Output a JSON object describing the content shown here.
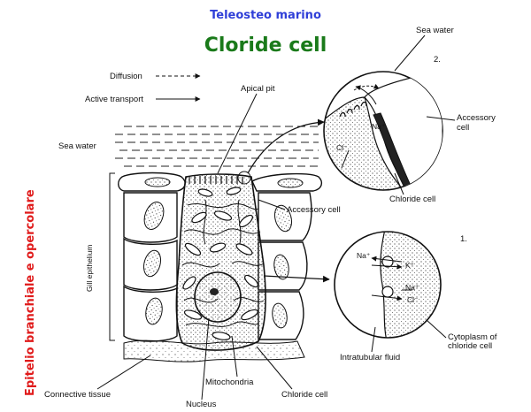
{
  "header": {
    "subtitle": "Teleosteo marino",
    "title": "Cloride cell",
    "side_title": "Epitelio branchiale e opercolare"
  },
  "legend": {
    "diffusion": "Diffusion",
    "active_transport": "Active transport"
  },
  "labels": {
    "sea_water_left": "Sea water",
    "apical_pit": "Apical pit",
    "accessory_cell": "Accessory cell",
    "gill_epithelium": "Gill epithelium",
    "connective_tissue": "Connective tissue",
    "mitochondria": "Mitochondria",
    "chloride_cell": "Chloride cell",
    "nucleus": "Nucleus"
  },
  "inset1": {
    "number": "1.",
    "na_left": "Na⁺",
    "k": "K⁺",
    "na_right": "Na⁺",
    "cl": "Cl⁻",
    "intratubular": "Intratubular fluid",
    "cytoplasm_line1": "Cytoplasm of",
    "cytoplasm_line2": "chloride cell"
  },
  "inset2": {
    "sea_water": "Sea water",
    "number": "2.",
    "accessory_line1": "Accessory",
    "accessory_line2": "cell",
    "na": "Na⁺",
    "cl": "Cl⁻",
    "chloride_cell": "Chloride cell"
  },
  "colors": {
    "subtitle": "#2f3fd8",
    "title": "#1a7a1a",
    "side_title": "#e01a1a",
    "ink": "#111111"
  }
}
